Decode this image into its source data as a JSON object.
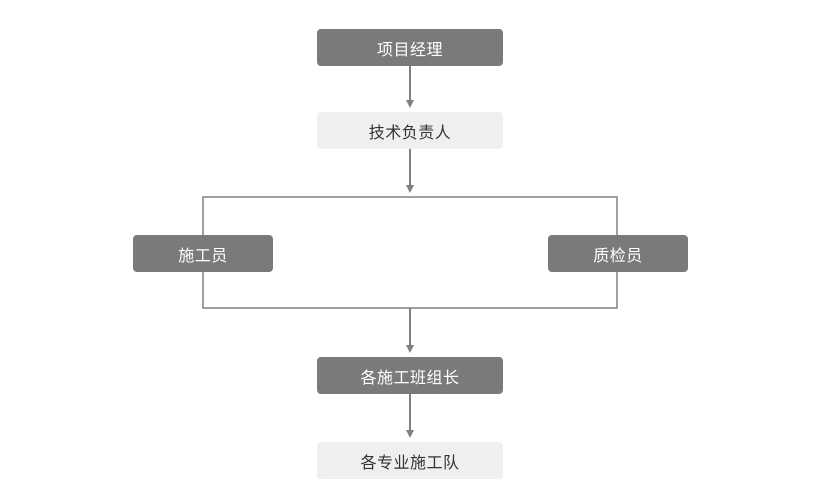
{
  "org_chart": {
    "nodes": {
      "project_manager": "项目经理",
      "technical_lead": "技术负责人",
      "constructor": "施工员",
      "quality_inspector": "质检员",
      "team_leaders": "各施工班组长",
      "construction_teams": "各专业施工队"
    },
    "edges": [
      {
        "from": "项目经理",
        "to": "技术负责人"
      },
      {
        "from": "技术负责人",
        "to": "施工员"
      },
      {
        "from": "技术负责人",
        "to": "质检员"
      },
      {
        "from": "施工员",
        "to": "各施工班组长"
      },
      {
        "from": "质检员",
        "to": "各施工班组长"
      },
      {
        "from": "各施工班组长",
        "to": "各专业施工队"
      }
    ],
    "colors": {
      "dark_box": "#7a7a7a",
      "light_box": "#efefef",
      "line": "#808080",
      "dark_text": "#ffffff",
      "light_text": "#333333"
    }
  }
}
